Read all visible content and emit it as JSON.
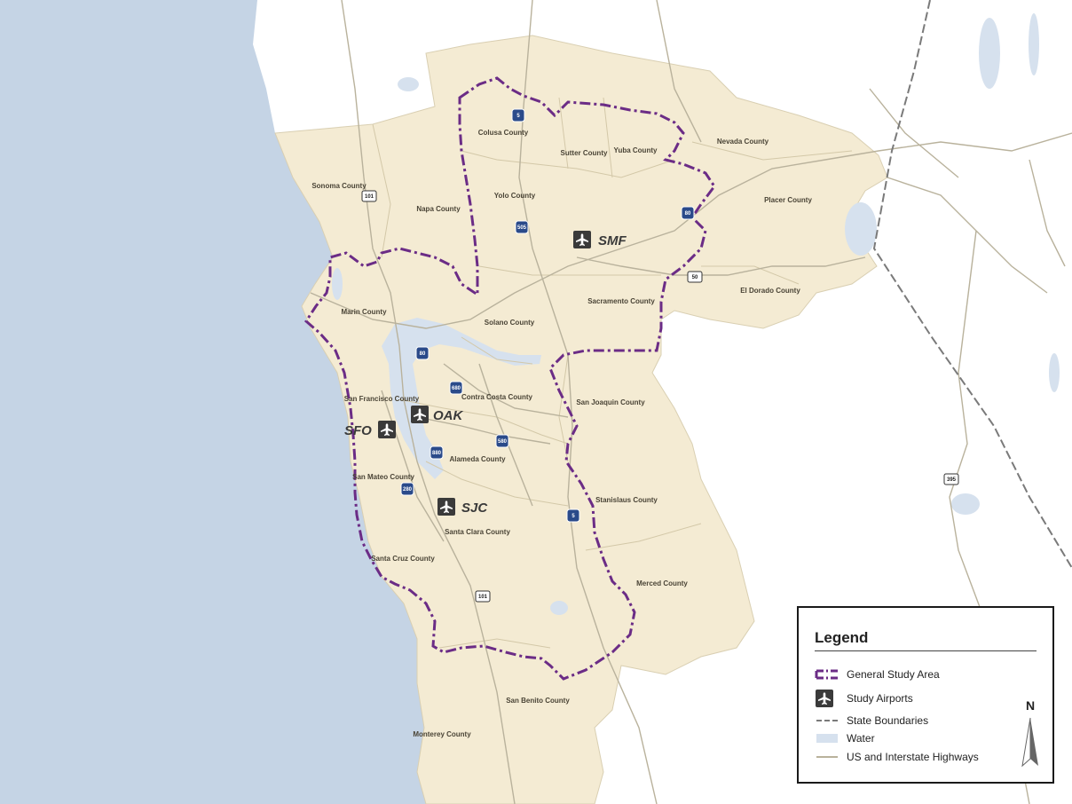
{
  "colors": {
    "ocean": "#c5d4e5",
    "land": "#ffffff",
    "region": "#f4ebd3",
    "study_boundary": "#6b2c86",
    "highway": "#b9b29c",
    "water": "#d6e1ee",
    "state_boundary": "#7a7a7a",
    "airport_badge": "#3a3a3a"
  },
  "counties": {
    "sonoma": "Sonoma County",
    "napa": "Napa County",
    "colusa": "Colusa County",
    "yolo": "Yolo County",
    "sutter": "Sutter County",
    "yuba": "Yuba County",
    "nevada": "Nevada County",
    "placer": "Placer County",
    "el_dorado": "El Dorado County",
    "sacramento": "Sacramento County",
    "marin": "Marin County",
    "solano": "Solano County",
    "contra_costa": "Contra Costa County",
    "san_francisco": "San Francisco County",
    "alameda": "Alameda County",
    "san_mateo": "San Mateo County",
    "santa_clara": "Santa Clara County",
    "santa_cruz": "Santa Cruz County",
    "san_joaquin": "San Joaquin County",
    "stanislaus": "Stanislaus County",
    "merced": "Merced County",
    "san_benito": "San Benito County",
    "monterey": "Monterey County"
  },
  "airports": {
    "smf": "SMF",
    "oak": "OAK",
    "sfo": "SFO",
    "sjc": "SJC"
  },
  "highways": {
    "i5_north": "5",
    "i505": "505",
    "i80_east": "80",
    "us50": "50",
    "us101_north": "101",
    "i80_bay": "80",
    "i680": "680",
    "i580": "580",
    "i880": "880",
    "i280": "280",
    "i5_south": "5",
    "us101_south": "101",
    "us395": "395"
  },
  "legend": {
    "title": "Legend",
    "items": [
      {
        "label": "General Study Area",
        "icon": "dash-dot-line"
      },
      {
        "label": "Study Airports",
        "icon": "airplane-icon"
      },
      {
        "label": "State Boundaries",
        "icon": "dashed-line"
      },
      {
        "label": "Water",
        "icon": "water-swatch"
      },
      {
        "label": "US and Interstate Highways",
        "icon": "solid-line"
      }
    ],
    "north_label": "N"
  }
}
